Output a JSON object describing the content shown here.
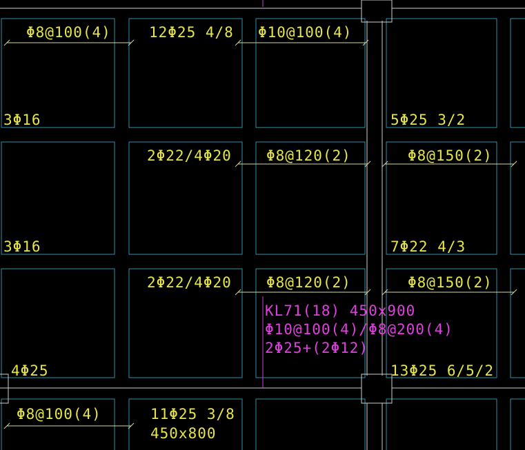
{
  "drawing": {
    "background": "#000000",
    "colors": {
      "cell_border": "#2f8fa8",
      "beam_edge": "#cfcfcf",
      "annotation": "#e6e64a",
      "highlight": "#e040e0",
      "dimension": "#d9d9a0"
    },
    "labels": {
      "r1_stirrup_a": "Φ8@100(4)",
      "r1_top_rebar": "12Φ25 4/8",
      "r1_stirrup_b": "Φ10@100(4)",
      "r1_left_bot": "3Φ16",
      "r1_right_bot": "5Φ25 3/2",
      "r2_top_a": "2Φ22/4Φ20",
      "r2_stirrup_b": "Φ8@120(2)",
      "r2_stirrup_c": "Φ8@150(2)",
      "r2_left_bot": "3Φ16",
      "r2_right_bot": "7Φ22 4/3",
      "r3_top_a": "2Φ22/4Φ20",
      "r3_stirrup_b": "Φ8@120(2)",
      "r3_stirrup_c": "Φ8@150(2)",
      "r3_left_bot": "4Φ25",
      "r3_right_bot": "13Φ25 6/5/2",
      "r4_stirrup_a": "Φ8@100(4)",
      "r4_rebar": "11Φ25 3/8",
      "r4_size": "450x800"
    },
    "beam_callout": {
      "name": "KL71(18) 450x900",
      "stirrup": "Φ10@100(4)/Φ8@200(4)",
      "rebar": "2Φ25+(2Φ12)"
    }
  }
}
